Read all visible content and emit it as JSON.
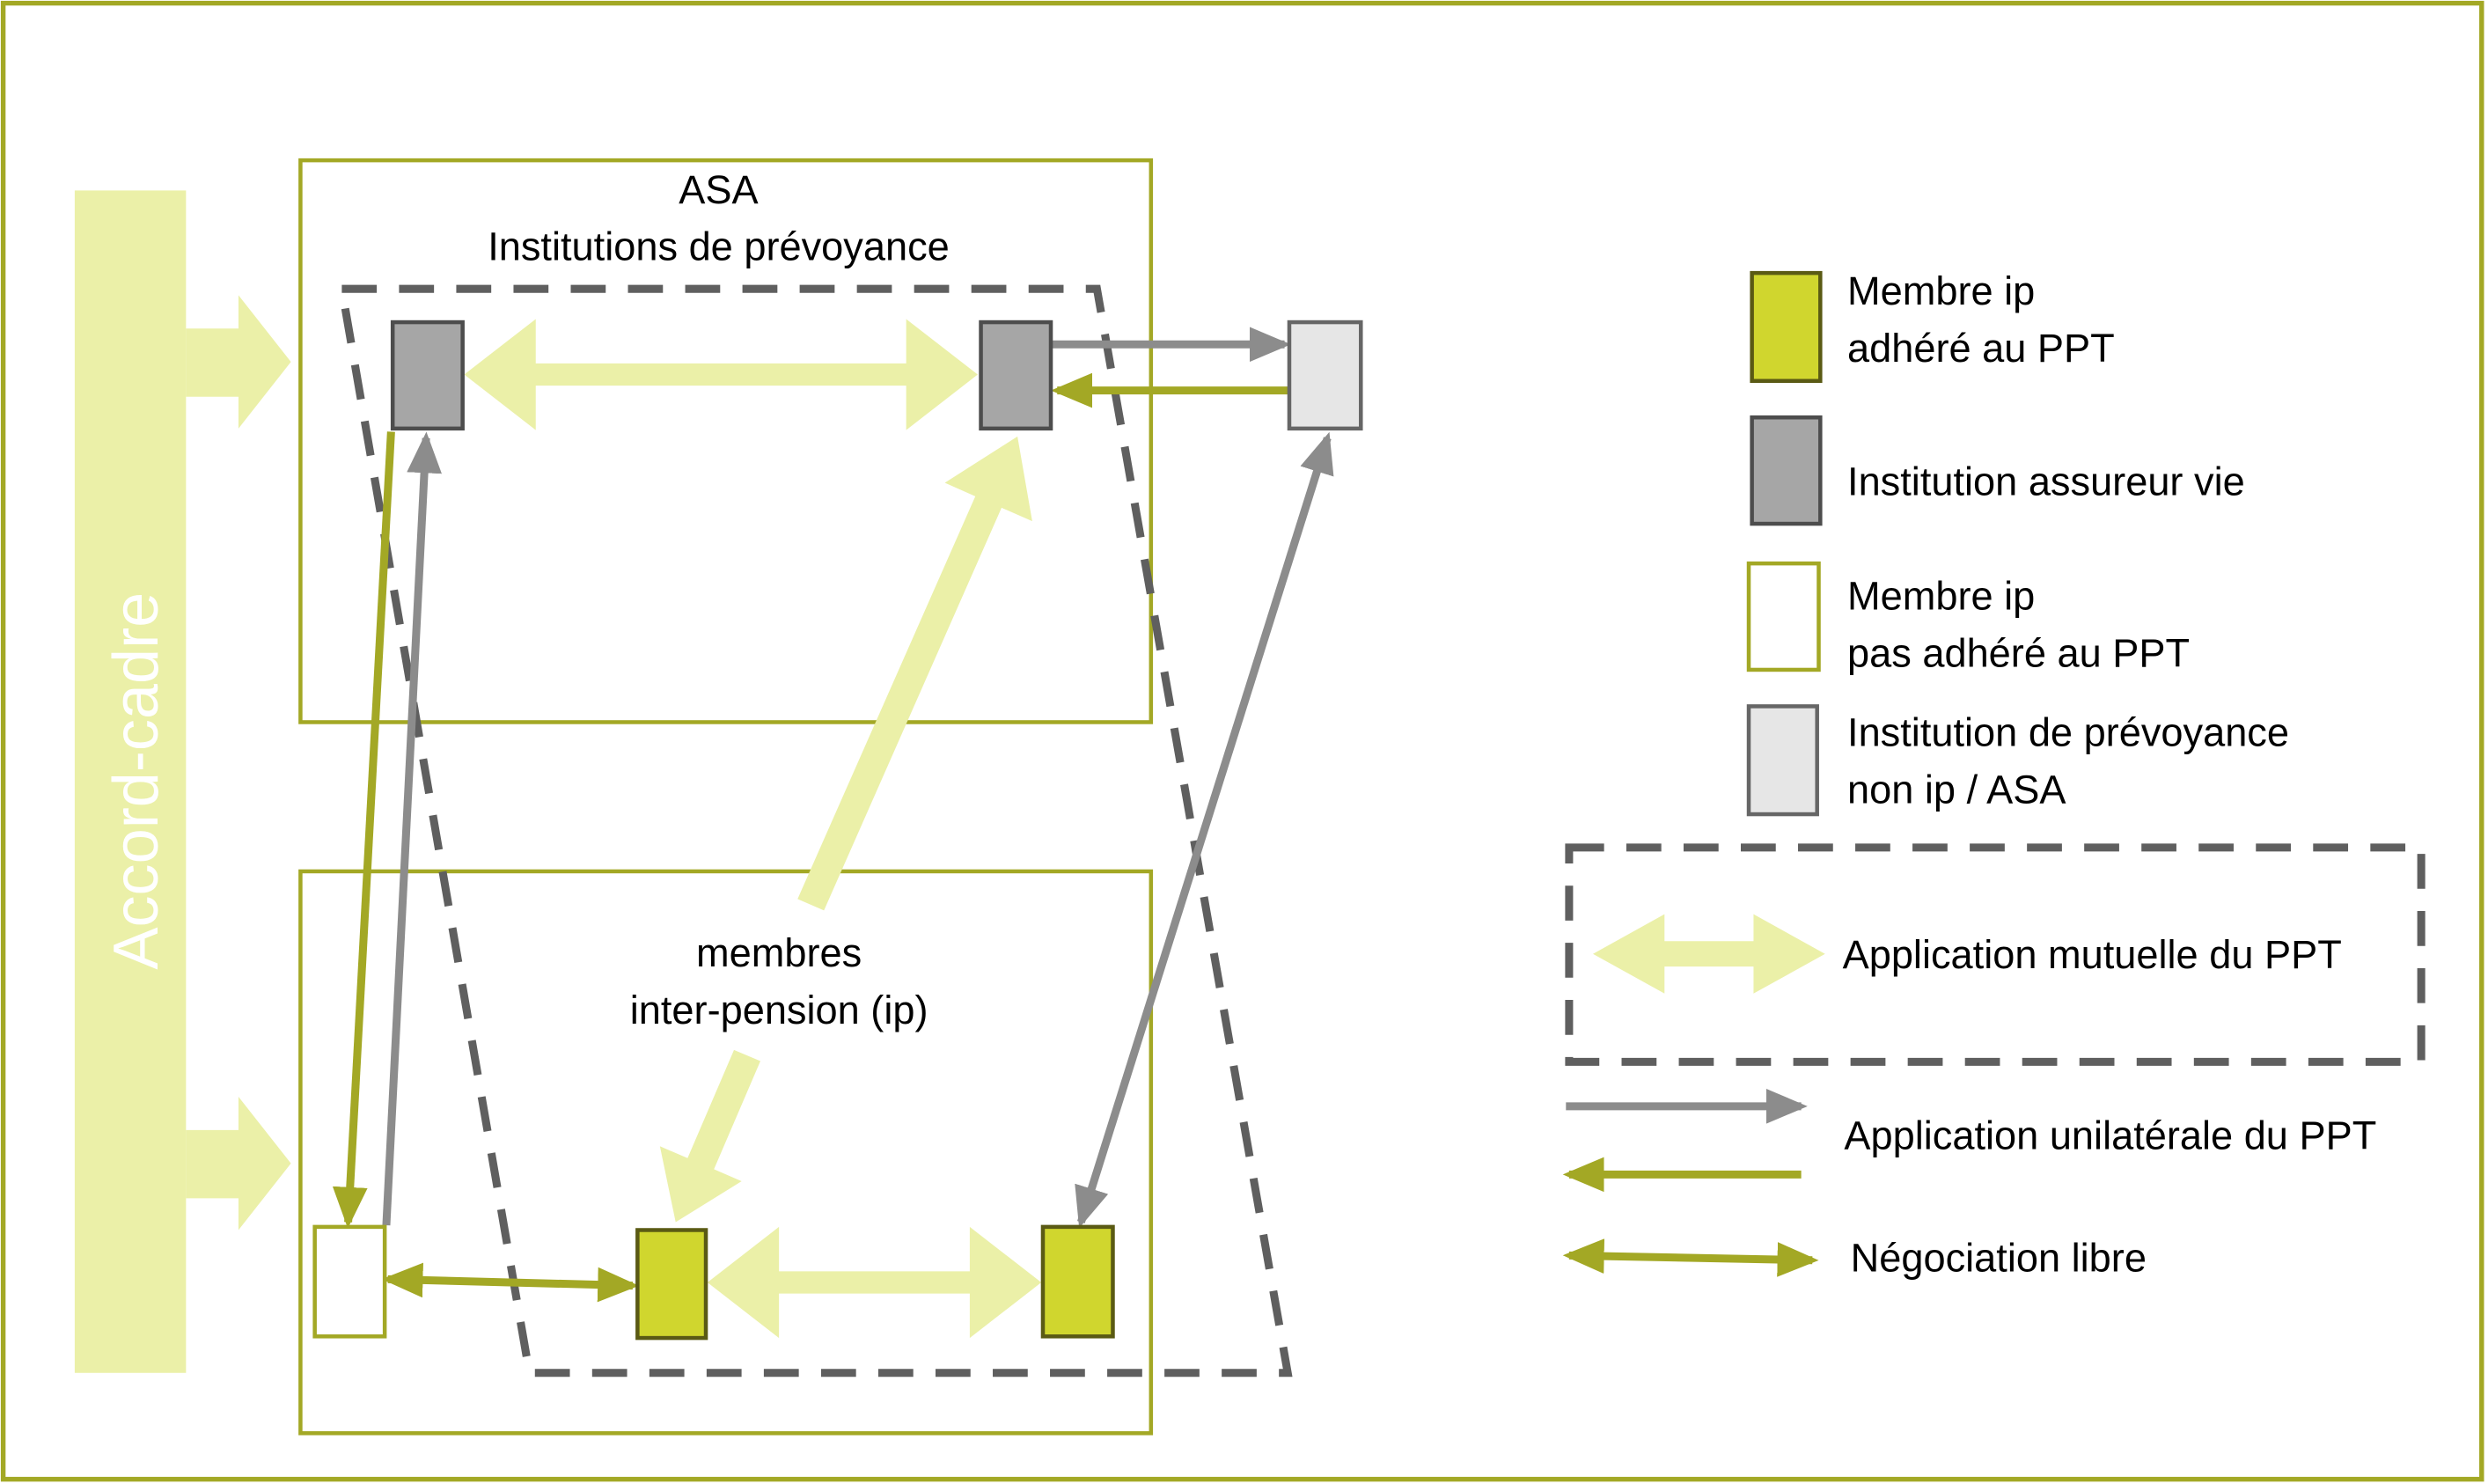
{
  "colors": {
    "frame": "#a3a825",
    "lime": "#d0d62e",
    "lime_border": "#5a5a14",
    "light_lime": "#ebf0a8",
    "gray": "#a6a6a6",
    "dark_gray": "#4d4d4d",
    "light_gray": "#e6e6e6",
    "arrow_gray": "#8c8c8c",
    "dash": "#5f5f5f"
  },
  "side_bar": {
    "label": "Accord-cadre"
  },
  "asa_box": {
    "title_line1": "ASA",
    "title_line2": "Institutions de prévoyance"
  },
  "members_box": {
    "title_line1": "membres",
    "title_line2": "inter-pension (ip)"
  },
  "legend": {
    "items": [
      {
        "line1": "Membre ip",
        "line2": "adhéré au PPT",
        "swatch": "lime"
      },
      {
        "line1": "Institution assureur vie",
        "swatch": "gray"
      },
      {
        "line1": "Membre ip",
        "line2": "pas adhéré au PPT",
        "swatch": "white"
      },
      {
        "line1": "Institution de prévoyance",
        "line2": "non ip / ASA",
        "swatch": "light_gray"
      }
    ],
    "mutual": "Application mutuelle du PPT",
    "unilateral": "Application unilatérale du PPT",
    "negotiation": "Négociation libre"
  }
}
